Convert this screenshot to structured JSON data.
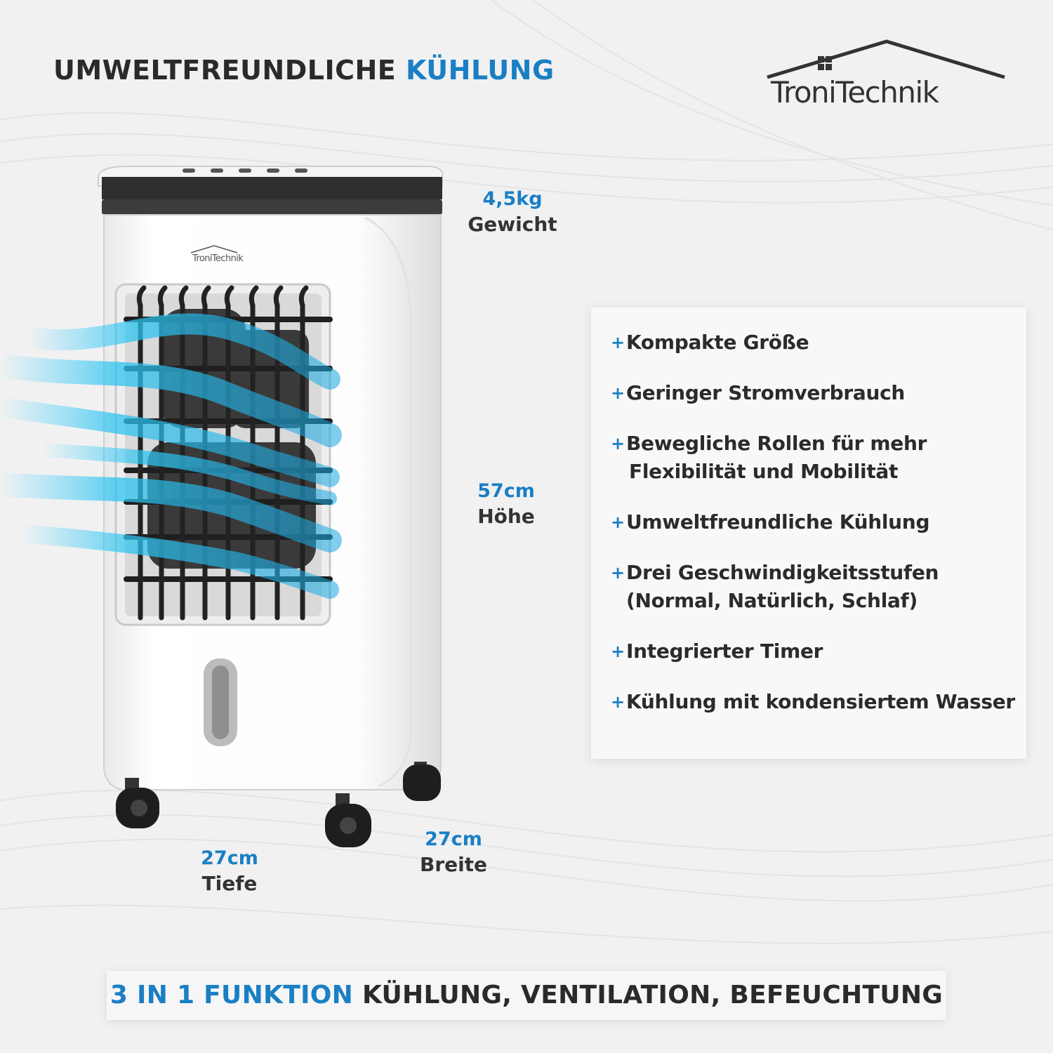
{
  "headline": {
    "part1": "UMWELTFREUNDLICHE",
    "part2": "KÜHLUNG"
  },
  "logo": {
    "text": "TroniTechnik"
  },
  "product": {
    "badge": "TroniTechnik"
  },
  "dimensions": {
    "weight": {
      "value": "4,5kg",
      "label": "Gewicht"
    },
    "height": {
      "value": "57cm",
      "label": "Höhe"
    },
    "depth": {
      "value": "27cm",
      "label": "Tiefe"
    },
    "width": {
      "value": "27cm",
      "label": "Breite"
    }
  },
  "features": [
    {
      "marker": "+",
      "line1": "Kompakte Größe",
      "line2": ""
    },
    {
      "marker": "+",
      "line1": "Geringer Stromverbrauch",
      "line2": ""
    },
    {
      "marker": "+",
      "line1": "Bewegliche Rollen für mehr",
      "line2": "Flexibilität und Mobilität"
    },
    {
      "marker": "+",
      "line1": "Umweltfreundliche Kühlung",
      "line2": ""
    },
    {
      "marker": "+",
      "line1": "Drei Geschwindigkeitsstufen",
      "line2": "(Normal, Natürlich, Schlaf)"
    },
    {
      "marker": "+",
      "line1": "Integrierter Timer",
      "line2": ""
    },
    {
      "marker": "+",
      "line1": "Kühlung mit kondensiertem Wasser",
      "line2": ""
    }
  ],
  "footer": {
    "highlight": "3 IN 1 FUNKTION",
    "text": "KÜHLUNG, VENTILATION, BEFEUCHTUNG"
  },
  "colors": {
    "accent": "#1a7fc4",
    "text": "#2b2b2b",
    "background": "#f1f1f2",
    "airflow": "#2ec4f0"
  }
}
